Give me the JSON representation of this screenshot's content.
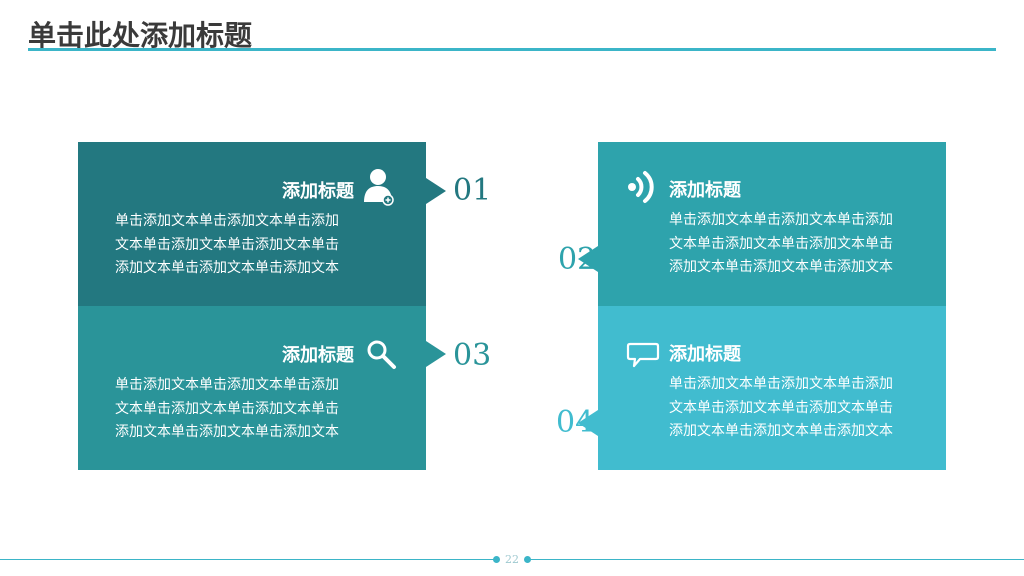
{
  "title": "单击此处添加标题",
  "colors": {
    "accent": "#3bb5c8",
    "panel1": "#237880",
    "panel2": "#2ea3ac",
    "panel3": "#2a9499",
    "panel4": "#41bccf"
  },
  "blocks": [
    {
      "number": "01",
      "heading": "添加标题",
      "icon": "user-add-icon",
      "lines": [
        "单击添加文本单击添加文本单击添加",
        "文本单击添加文本单击添加文本单击",
        "添加文本单击添加文本单击添加文本"
      ]
    },
    {
      "number": "02",
      "heading": "添加标题",
      "icon": "wifi-signal-icon",
      "lines": [
        "单击添加文本单击添加文本单击添加",
        "文本单击添加文本单击添加文本单击",
        "添加文本单击添加文本单击添加文本"
      ]
    },
    {
      "number": "03",
      "heading": "添加标题",
      "icon": "search-icon",
      "lines": [
        "单击添加文本单击添加文本单击添加",
        "文本单击添加文本单击添加文本单击",
        "添加文本单击添加文本单击添加文本"
      ]
    },
    {
      "number": "04",
      "heading": "添加标题",
      "icon": "chat-bubble-icon",
      "lines": [
        "单击添加文本单击添加文本单击添加",
        "文本单击添加文本单击添加文本单击",
        "添加文本单击添加文本单击添加文本"
      ]
    }
  ],
  "page_number": "22"
}
